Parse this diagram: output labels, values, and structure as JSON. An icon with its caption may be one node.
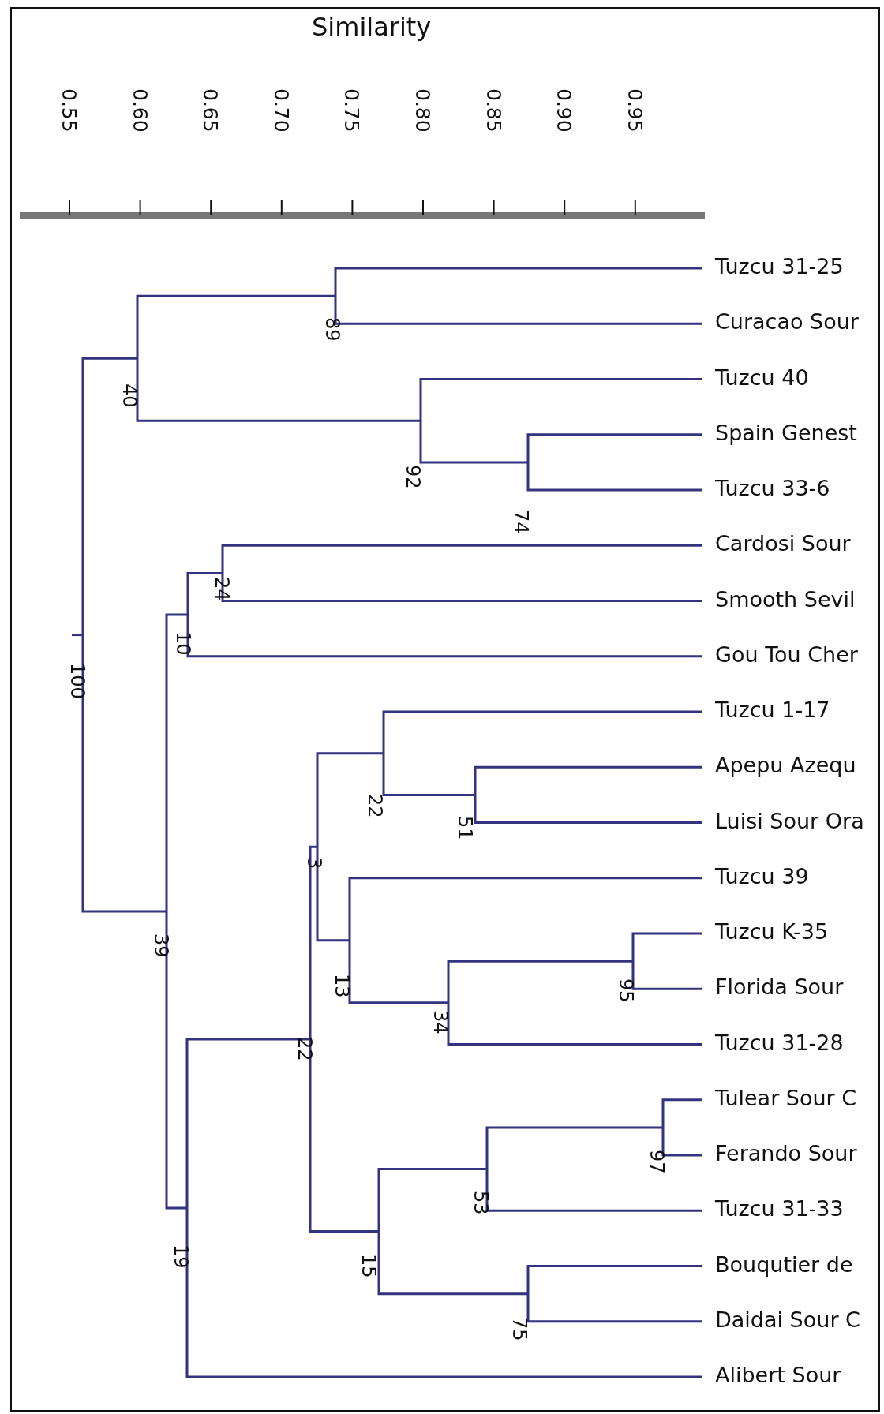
{
  "diagram": {
    "labels": [
      "Similarity",
      "0.55",
      "0.60",
      "0.65",
      "0.70",
      "0.75",
      "0.80",
      "0.85",
      "0.90",
      "0.95",
      "Tuzcu 31-25",
      "Curacao Sour",
      "Tuzcu 40",
      "Spain Genest",
      "Tuzcu 33-6",
      "Cardosi Sour",
      "Smooth Sevil",
      "Gou Tou Cher",
      "Tuzcu 1-17",
      "Apepu Azequ",
      "Luisi Sour Ora",
      "Tuzcu 39",
      "Tuzcu K-35",
      "Florida Sour",
      "Tuzcu 31-28",
      "Tulear Sour C",
      "Ferando Sour",
      "Tuzcu 31-33",
      "Bouqutier de",
      "Daidai Sour C",
      "Alibert Sour",
      "89",
      "74",
      "92",
      "40",
      "24",
      "10",
      "51",
      "22",
      "95",
      "34",
      "13",
      "3",
      "97",
      "53",
      "75",
      "15",
      "22",
      "19",
      "39",
      "100"
    ]
  }
}
